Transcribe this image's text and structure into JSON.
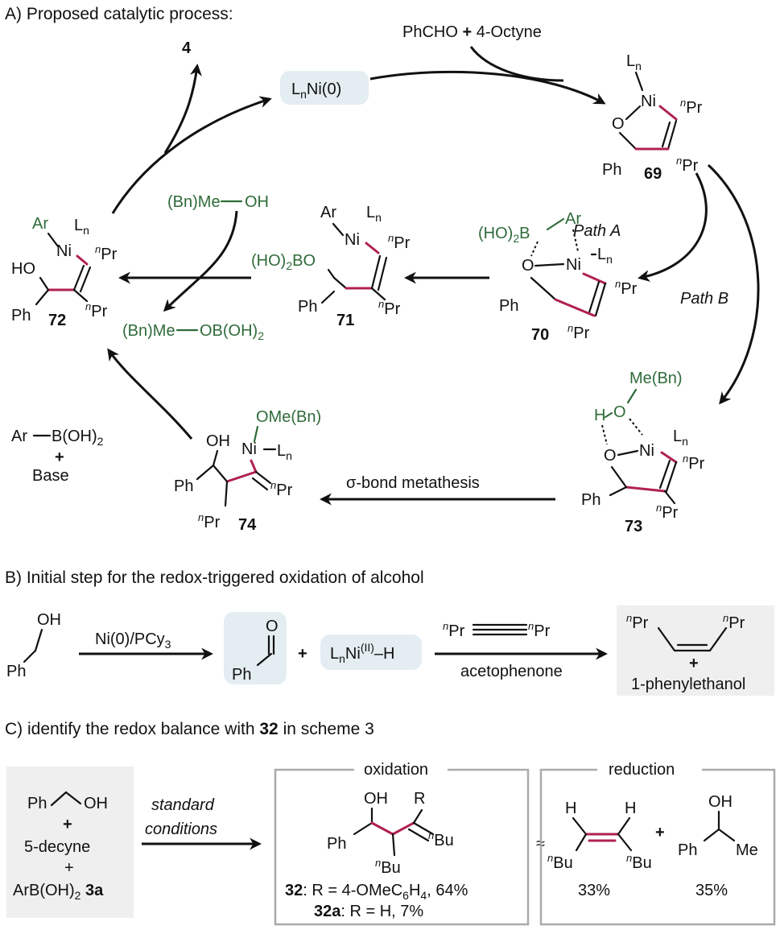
{
  "section_a": {
    "title": "A) Proposed catalytic process:",
    "catalyst": "LnNi(0)",
    "reagents": "PhCHO + 4-Octyne",
    "product": "4",
    "path_a": "Path A",
    "path_b": "Path B",
    "step_sigma": "σ-bond metathesis",
    "alcohol": "(Bn)Me–OH",
    "borate": "(Bn)Me–OB(OH)2",
    "boronic": "Ar–B(OH)2",
    "plus": "+",
    "base": "Base",
    "compounds": [
      "69",
      "70",
      "71",
      "72",
      "73",
      "74"
    ],
    "labels": {
      "ln": "Ln",
      "ni": "Ni",
      "ph": "Ph",
      "npr": "nPr",
      "o": "O",
      "ho": "HO",
      "oh": "OH",
      "ar": "Ar",
      "h": "H",
      "hob": "(HO)2B",
      "hobo": "(HO)2BO",
      "ome": "OMe(Bn)",
      "mebn": "Me(Bn)"
    }
  },
  "section_b": {
    "title": "B) Initial step for the redox-triggered oxidation of alcohol",
    "reagent1": "Ni(0)/PCy3",
    "hydride": "LnNi(II)–H",
    "alkyne": "nPr–≡–nPr",
    "reagent2": "acetophenone",
    "product": "1-phenylethanol"
  },
  "section_c": {
    "title_prefix": "identify the redox balance with",
    "title_bold": "32",
    "title_suffix": "in scheme 3",
    "title_label": "C)",
    "sm_lines": [
      "Ph–OH",
      "+",
      "5-decyne",
      "+",
      "ArB(OH)2 3a"
    ],
    "cond1": "standard",
    "cond2": "conditions",
    "ox_title": "oxidation",
    "red_title": "reduction",
    "r_label": "R",
    "bu": "nBu",
    "res1_bold": "32",
    "res1": ": R = 4-OMeC6H4, 64%",
    "res2_bold": "32a",
    "res2": ": R = H, 7%",
    "approx": "≈",
    "yield1": "33%",
    "yield2": "35%",
    "me": "Me"
  },
  "colors": {
    "bond_highlight": "#b0214f",
    "reagent_green": "#2f6b3a",
    "box_fill": "#e4edf2",
    "box_border": "#aaaaaa"
  }
}
